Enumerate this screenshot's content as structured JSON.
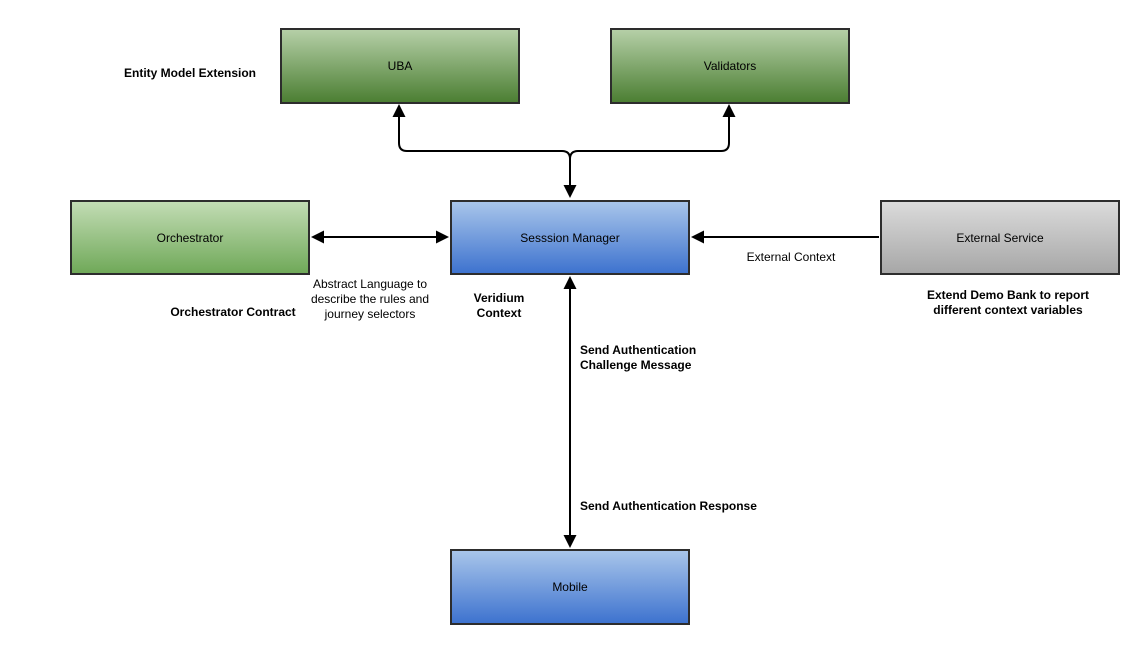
{
  "diagram": {
    "boxes": {
      "uba": {
        "label": "UBA"
      },
      "validators": {
        "label": "Validators"
      },
      "orchestrator": {
        "label": "Orchestrator"
      },
      "session_manager": {
        "label": "Sesssion Manager"
      },
      "external_service": {
        "label": "External Service"
      },
      "mobile": {
        "label": "Mobile"
      }
    },
    "annotations": {
      "entity_model_extension": "Entity Model Extension",
      "orchestrator_contract": "Orchestrator Contract",
      "abstract_language": "Abstract Language to\ndescribe the rules and\njourney selectors",
      "veridium_context": "Veridium\nContext",
      "external_context": "External Context",
      "extend_demo_bank": "Extend Demo Bank to report\ndifferent context variables",
      "send_auth_challenge": "Send Authentication\nChallenge Message",
      "send_auth_response": "Send Authentication Response"
    },
    "colors": {
      "green_dark_top": "#b5cfa7",
      "green_dark_bottom": "#4c7f33",
      "green_light_top": "#c2dcb4",
      "green_light_bottom": "#70a959",
      "blue_top": "#a8c5ea",
      "blue_bottom": "#3e73cf",
      "gray_top": "#dbdbdb",
      "gray_bottom": "#a7a7a7",
      "box_border": "#2d2d2d",
      "arrow": "#000000"
    }
  }
}
